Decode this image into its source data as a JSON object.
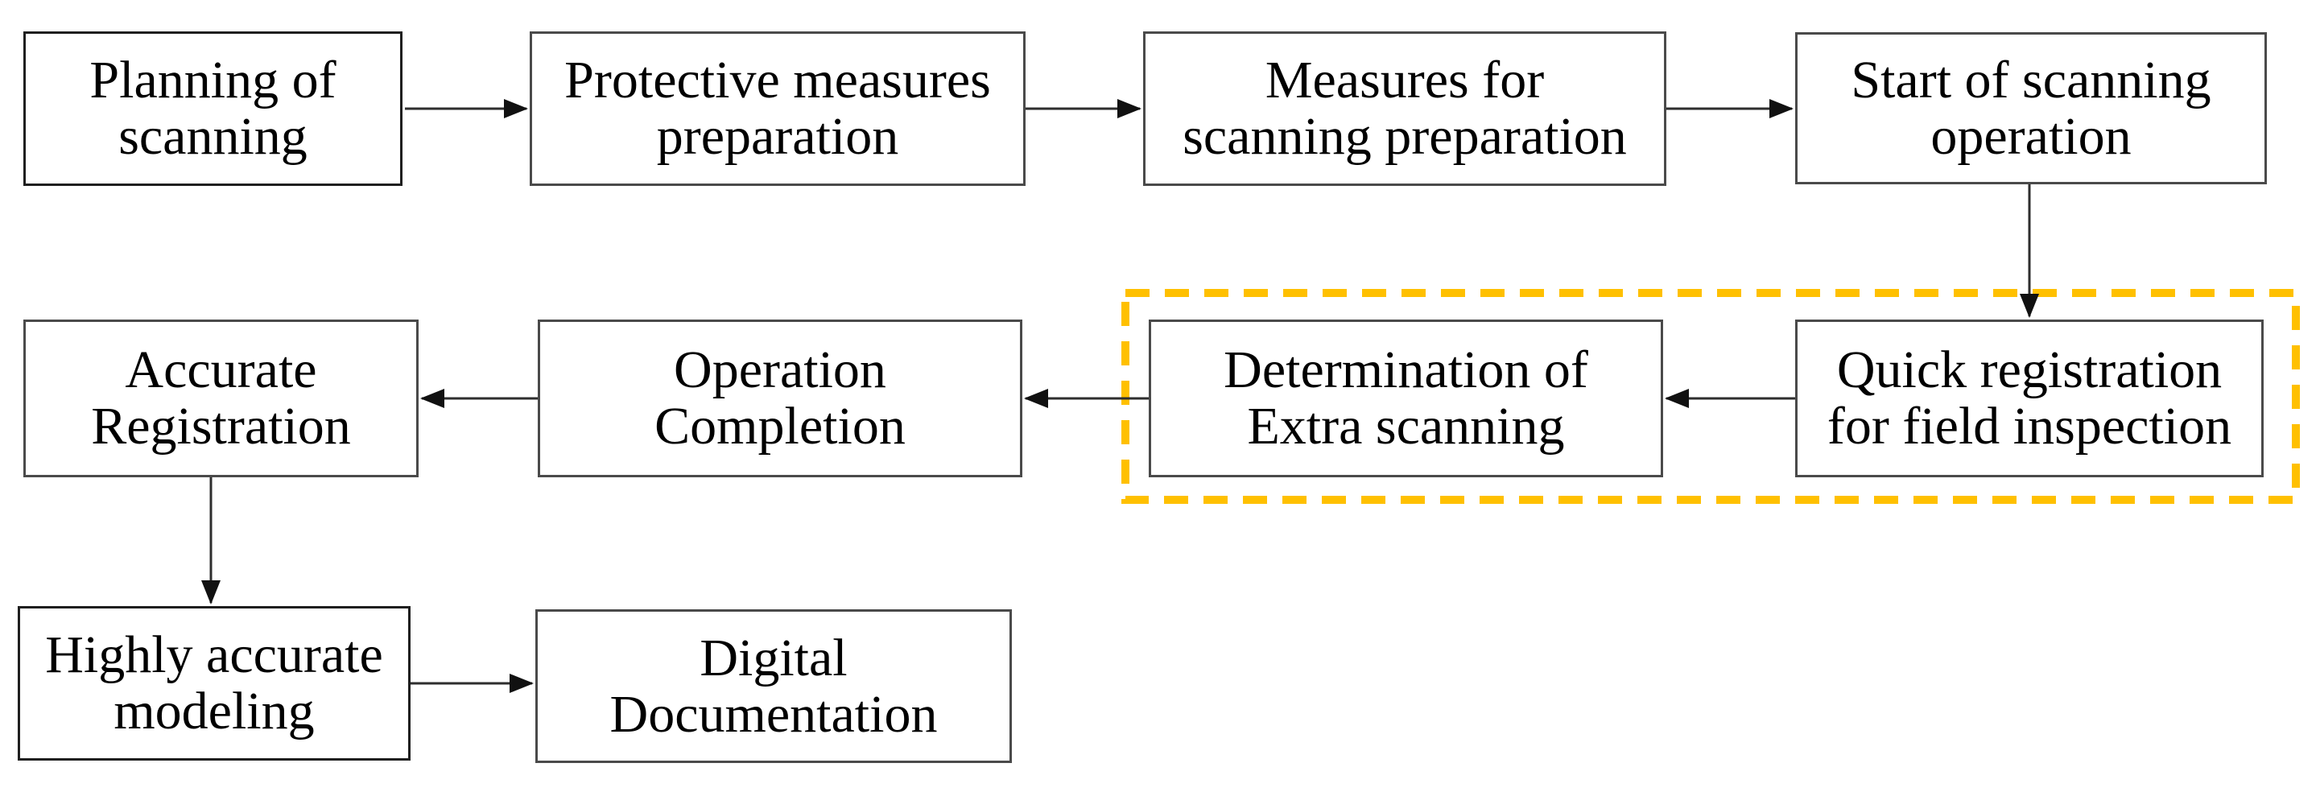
{
  "diagram": {
    "background_color": "#ffffff",
    "box_fill_color": "#ffffff",
    "box_border_color": "#4a4a4a",
    "text_color": "#000000",
    "arrow_color": "#2e2e2e",
    "arrowhead_color": "#111111",
    "highlight": {
      "style": "dashed",
      "color": "#FFC000",
      "encloses": [
        "determination-of-extra-scanning",
        "quick-registration-for-field-inspection"
      ]
    },
    "nodes": [
      {
        "id": "planning-of-scanning",
        "label": "Planning of\nscanning"
      },
      {
        "id": "protective-measures-preparation",
        "label": "Protective measures\npreparation"
      },
      {
        "id": "measures-for-scanning-preparation",
        "label": "Measures for\nscanning preparation"
      },
      {
        "id": "start-of-scanning-operation",
        "label": "Start of scanning\noperation"
      },
      {
        "id": "quick-registration-for-field-inspection",
        "label": "Quick registration\nfor field inspection"
      },
      {
        "id": "determination-of-extra-scanning",
        "label": "Determination of\nExtra scanning"
      },
      {
        "id": "operation-completion",
        "label": "Operation\nCompletion"
      },
      {
        "id": "accurate-registration",
        "label": "Accurate\nRegistration"
      },
      {
        "id": "highly-accurate-modeling",
        "label": "Highly accurate\nmodeling"
      },
      {
        "id": "digital-documentation",
        "label": "Digital\nDocumentation"
      }
    ],
    "connectors": [
      {
        "from": "planning-of-scanning",
        "to": "protective-measures-preparation"
      },
      {
        "from": "protective-measures-preparation",
        "to": "measures-for-scanning-preparation"
      },
      {
        "from": "measures-for-scanning-preparation",
        "to": "start-of-scanning-operation"
      },
      {
        "from": "start-of-scanning-operation",
        "to": "quick-registration-for-field-inspection"
      },
      {
        "from": "quick-registration-for-field-inspection",
        "to": "determination-of-extra-scanning"
      },
      {
        "from": "determination-of-extra-scanning",
        "to": "operation-completion"
      },
      {
        "from": "operation-completion",
        "to": "accurate-registration"
      },
      {
        "from": "accurate-registration",
        "to": "highly-accurate-modeling"
      },
      {
        "from": "highly-accurate-modeling",
        "to": "digital-documentation"
      }
    ]
  }
}
